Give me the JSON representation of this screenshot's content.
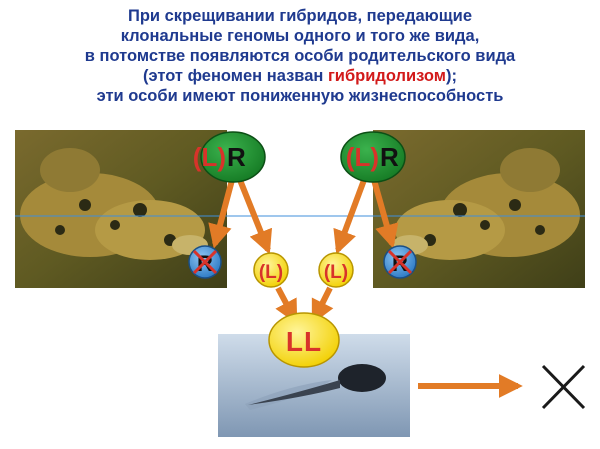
{
  "caption": {
    "line1": "При скрещивании гибридов, передающие",
    "line2": "клональные геномы одного и того же вида,",
    "line3": "в потомстве появляются особи родительского вида",
    "line4_prefix": "(этот феномен назван ",
    "line4_highlight": "гибридолизом",
    "line4_suffix": ");",
    "line5": "эти особи имеют пониженную жизнеспособность"
  },
  "parents": {
    "left_genome_L": "(L)",
    "left_genome_R": "R",
    "right_genome_L": "(L)",
    "right_genome_R": "R"
  },
  "gametes": {
    "r_left": "R",
    "l_left": "(L)",
    "l_right": "(L)",
    "r_right": "R"
  },
  "offspring": {
    "genome": "LL"
  },
  "colors": {
    "title": "#1f3a8f",
    "highlight": "#d21a1a",
    "parent_oval": "#1a8a2a",
    "gamete_yellow": "#ffe600",
    "gamete_blue": "#3b8fd6",
    "arrow": "#e27b26",
    "genome_l": "#d8332a",
    "genome_r": "#111111"
  },
  "icons": {
    "frog_left": "frog-photo",
    "frog_right": "frog-photo",
    "tadpole": "tadpole-photo",
    "cross": "cross-mark-icon"
  }
}
